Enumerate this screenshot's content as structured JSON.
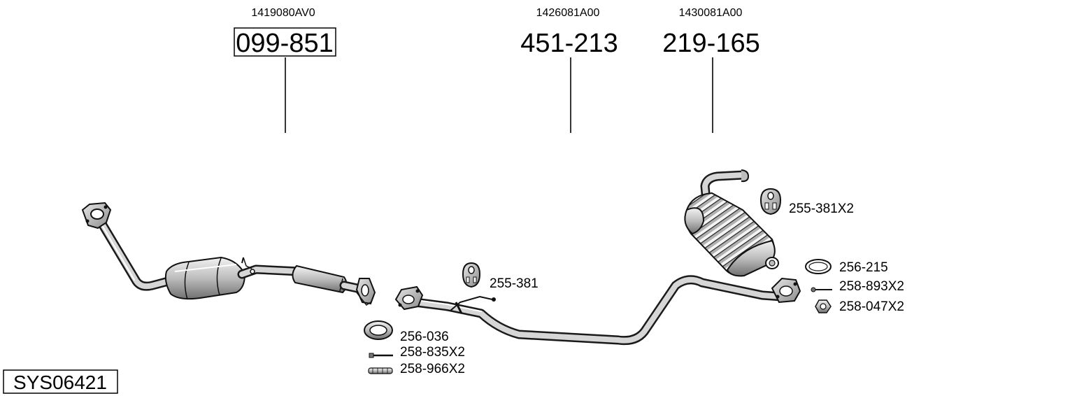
{
  "system_code": "SYS06421",
  "main_parts": [
    {
      "oem": "1419080AV0",
      "number": "099-851",
      "boxed": true
    },
    {
      "oem": "1426081A00",
      "number": "451-213",
      "boxed": false
    },
    {
      "oem": "1430081A00",
      "number": "219-165",
      "boxed": false
    }
  ],
  "accessories": {
    "front_group": [
      {
        "code": "256-036",
        "icon": "gasket-ring-icon"
      },
      {
        "code": "258-835X2",
        "icon": "bolt-icon"
      },
      {
        "code": "258-966X2",
        "icon": "spring-icon"
      }
    ],
    "middle_hanger": {
      "code": "255-381",
      "icon": "rubber-hanger-icon"
    },
    "rear_hanger": {
      "code": "255-381X2",
      "icon": "rubber-hanger-icon"
    },
    "rear_group": [
      {
        "code": "256-215",
        "icon": "flat-gasket-icon"
      },
      {
        "code": "258-893X2",
        "icon": "bolt-icon"
      },
      {
        "code": "258-047X2",
        "icon": "nut-icon"
      }
    ]
  }
}
